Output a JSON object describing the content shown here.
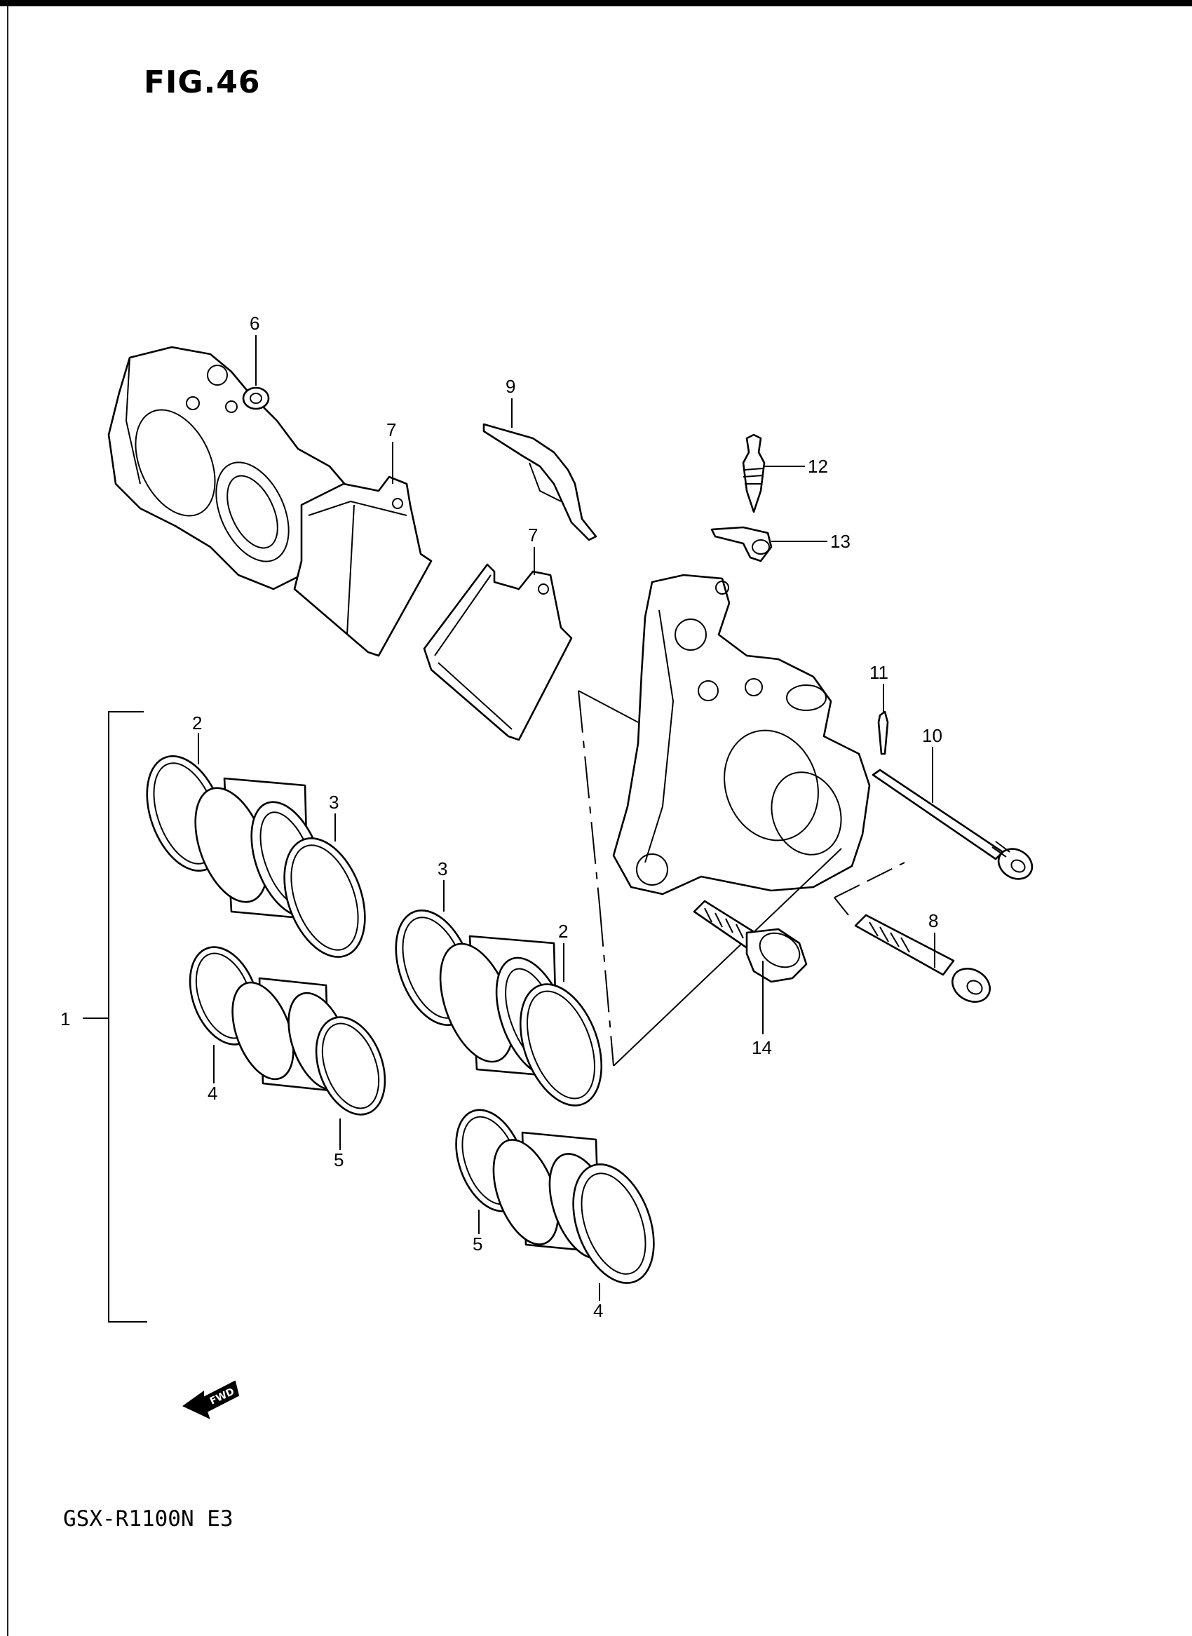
{
  "figure": {
    "title": "FIG.46",
    "model_code": "GSX-R1100N  E3",
    "fwd_label": "FWD"
  },
  "callouts": {
    "c1": "1",
    "c2a": "2",
    "c2b": "2",
    "c3a": "3",
    "c3b": "3",
    "c4a": "4",
    "c4b": "4",
    "c5a": "5",
    "c5b": "5",
    "c6": "6",
    "c7a": "7",
    "c7b": "7",
    "c8": "8",
    "c9": "9",
    "c10": "10",
    "c11": "11",
    "c12": "12",
    "c13": "13",
    "c14": "14"
  }
}
